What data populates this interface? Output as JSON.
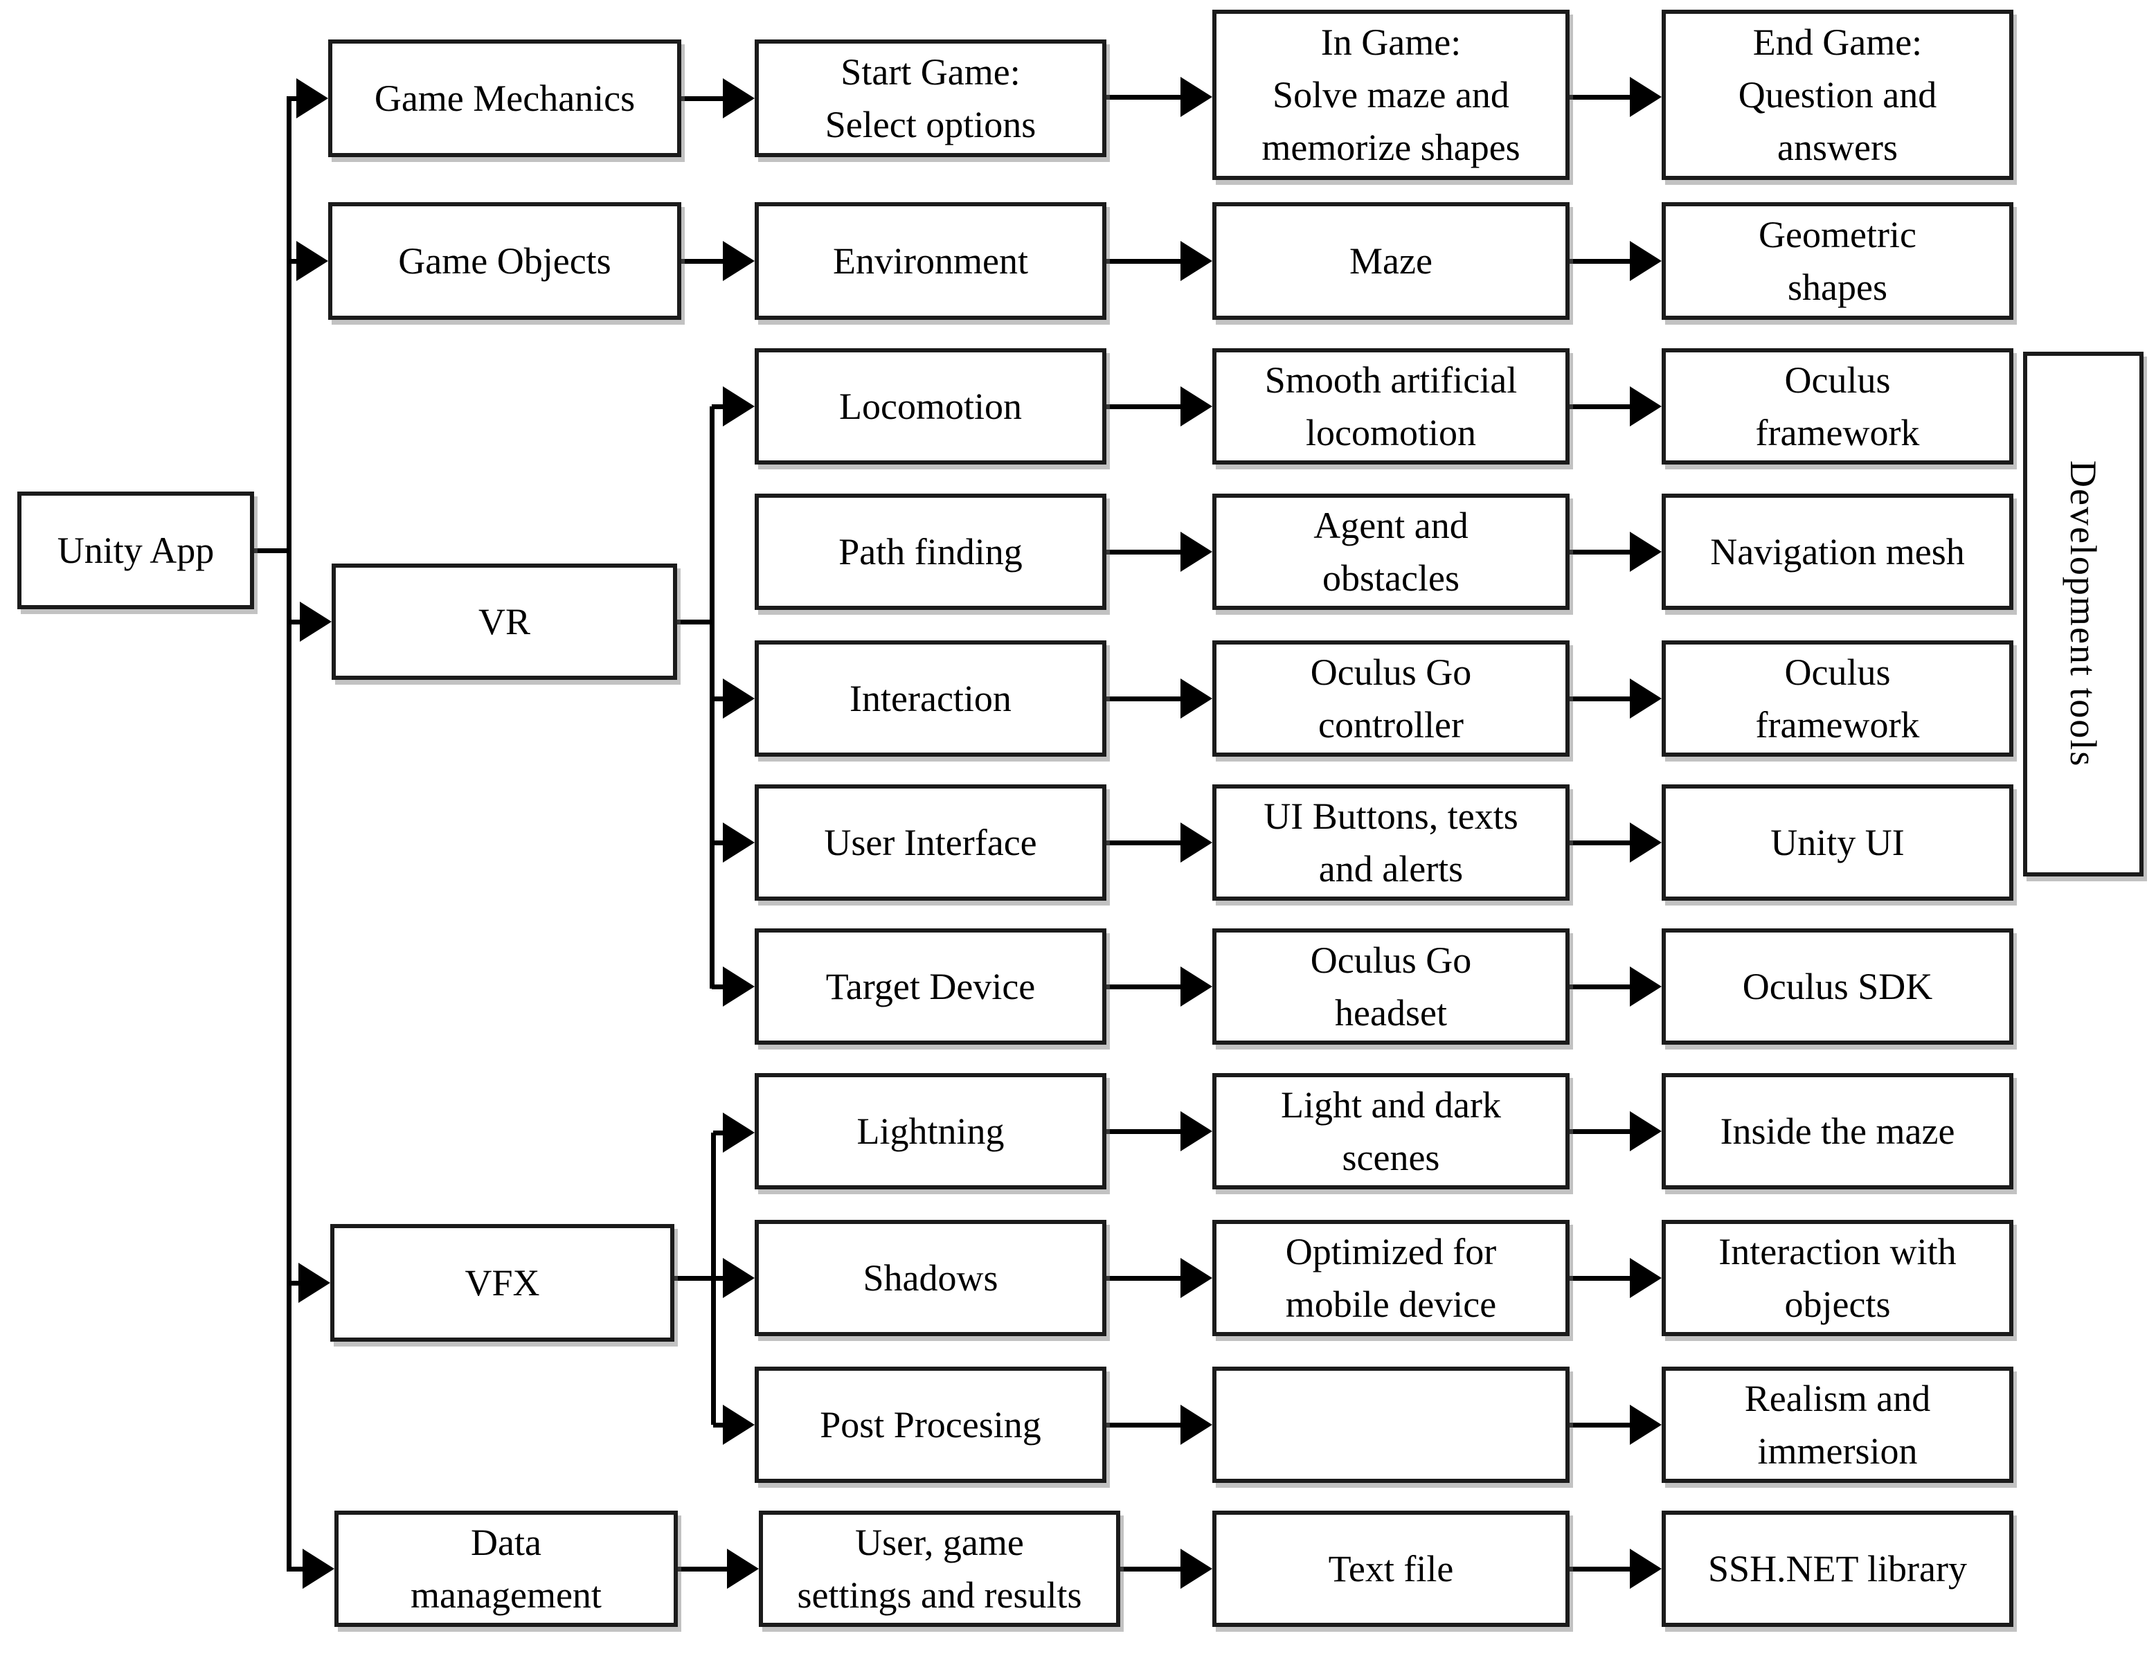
{
  "figure": {
    "type": "flowchart",
    "title": "Unity App architecture flowchart",
    "colors": {
      "background": "#ffffff",
      "box_border": "#1b1b1b",
      "line": "#000000",
      "text": "#000000",
      "shadow": "#787878"
    },
    "nodes": {
      "unity_app": {
        "label": "Unity App"
      },
      "game_mechanics": {
        "label": "Game Mechanics"
      },
      "start_game": {
        "label": "Start Game:\nSelect options"
      },
      "in_game": {
        "label": "In Game:\nSolve maze and\nmemorize shapes"
      },
      "end_game": {
        "label": "End Game:\nQuestion and\nanswers"
      },
      "game_objects": {
        "label": "Game Objects"
      },
      "environment": {
        "label": "Environment"
      },
      "maze": {
        "label": "Maze"
      },
      "geometric_shapes": {
        "label": "Geometric\nshapes"
      },
      "vr": {
        "label": "VR"
      },
      "locomotion": {
        "label": "Locomotion"
      },
      "smooth_artificial_locomotion": {
        "label": "Smooth artificial\nlocomotion"
      },
      "oculus_framework_1": {
        "label": "Oculus\nframework"
      },
      "path_finding": {
        "label": "Path finding"
      },
      "agent_and_obstacles": {
        "label": "Agent and\nobstacles"
      },
      "navigation_mesh": {
        "label": "Navigation mesh"
      },
      "interaction": {
        "label": "Interaction"
      },
      "oculus_go_controller": {
        "label": "Oculus Go\ncontroller"
      },
      "oculus_framework_2": {
        "label": "Oculus\nframework"
      },
      "user_interface": {
        "label": "User Interface"
      },
      "ui_buttons": {
        "label": "UI Buttons, texts\nand alerts"
      },
      "unity_ui": {
        "label": "Unity UI"
      },
      "target_device": {
        "label": "Target Device"
      },
      "oculus_go_headset": {
        "label": "Oculus Go\nheadset"
      },
      "oculus_sdk": {
        "label": "Oculus SDK"
      },
      "vfx": {
        "label": "VFX"
      },
      "lightning": {
        "label": "Lightning"
      },
      "light_and_dark_scenes": {
        "label": "Light and dark\nscenes"
      },
      "inside_the_maze": {
        "label": "Inside the maze"
      },
      "shadows": {
        "label": "Shadows"
      },
      "optimized_for_mobile": {
        "label": "Optimized for\nmobile device"
      },
      "interaction_with_objects": {
        "label": "Interaction with\nobjects"
      },
      "post_processing": {
        "label": "Post Procesing"
      },
      "empty_box": {
        "label": ""
      },
      "realism_and_immersion": {
        "label": "Realism and\nimmersion"
      },
      "data_management": {
        "label": "Data\nmanagement"
      },
      "user_game_settings": {
        "label": "User, game\nsettings and results"
      },
      "text_file": {
        "label": "Text file"
      },
      "ssh_net_library": {
        "label": "SSH.NET library"
      },
      "development_tools": {
        "label": "Development tools"
      }
    },
    "edges": [
      {
        "from": "unity_app",
        "to": "game_mechanics"
      },
      {
        "from": "unity_app",
        "to": "game_objects"
      },
      {
        "from": "unity_app",
        "to": "vr"
      },
      {
        "from": "unity_app",
        "to": "vfx"
      },
      {
        "from": "unity_app",
        "to": "data_management"
      },
      {
        "from": "game_mechanics",
        "to": "start_game"
      },
      {
        "from": "start_game",
        "to": "in_game"
      },
      {
        "from": "in_game",
        "to": "end_game"
      },
      {
        "from": "game_objects",
        "to": "environment"
      },
      {
        "from": "environment",
        "to": "maze"
      },
      {
        "from": "maze",
        "to": "geometric_shapes"
      },
      {
        "from": "vr",
        "to": "locomotion"
      },
      {
        "from": "vr",
        "to": "interaction"
      },
      {
        "from": "vr",
        "to": "user_interface"
      },
      {
        "from": "vr",
        "to": "target_device"
      },
      {
        "from": "locomotion",
        "to": "smooth_artificial_locomotion"
      },
      {
        "from": "smooth_artificial_locomotion",
        "to": "oculus_framework_1"
      },
      {
        "from": "path_finding",
        "to": "agent_and_obstacles"
      },
      {
        "from": "agent_and_obstacles",
        "to": "navigation_mesh"
      },
      {
        "from": "interaction",
        "to": "oculus_go_controller"
      },
      {
        "from": "oculus_go_controller",
        "to": "oculus_framework_2"
      },
      {
        "from": "user_interface",
        "to": "ui_buttons"
      },
      {
        "from": "ui_buttons",
        "to": "unity_ui"
      },
      {
        "from": "target_device",
        "to": "oculus_go_headset"
      },
      {
        "from": "oculus_go_headset",
        "to": "oculus_sdk"
      },
      {
        "from": "vfx",
        "to": "lightning"
      },
      {
        "from": "vfx",
        "to": "shadows"
      },
      {
        "from": "vfx",
        "to": "post_processing"
      },
      {
        "from": "lightning",
        "to": "light_and_dark_scenes"
      },
      {
        "from": "light_and_dark_scenes",
        "to": "inside_the_maze"
      },
      {
        "from": "shadows",
        "to": "optimized_for_mobile"
      },
      {
        "from": "optimized_for_mobile",
        "to": "interaction_with_objects"
      },
      {
        "from": "post_processing",
        "to": "empty_box"
      },
      {
        "from": "empty_box",
        "to": "realism_and_immersion"
      },
      {
        "from": "data_management",
        "to": "user_game_settings"
      },
      {
        "from": "user_game_settings",
        "to": "text_file"
      },
      {
        "from": "text_file",
        "to": "ssh_net_library"
      }
    ]
  }
}
